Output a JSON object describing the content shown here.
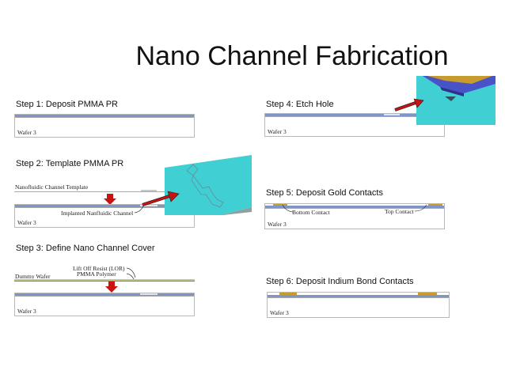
{
  "title": "Nano Channel Fabrication",
  "steps": [
    {
      "label": "Step 1: Deposit PMMA PR"
    },
    {
      "label": "Step 2: Template PMMA PR"
    },
    {
      "label": "Step 3: Define Nano Channel Cover"
    },
    {
      "label": "Step 4: Etch Hole"
    },
    {
      "label": "Step 5: Deposit Gold Contacts"
    },
    {
      "label": "Step 6: Deposit Indium Bond Contacts"
    }
  ],
  "diagram_labels": {
    "wafer": "Wafer 3",
    "nanofluidic_template": "Nanofluidic Channel Template",
    "implanted_channel": "Implanted Nanfluidic Channel",
    "lor": "Lift Off Resist (LOR)",
    "pmma": "PMMA Polymer",
    "dummy_wafer": "Dummy Wafer",
    "bottom_contact": "Bottom Contact",
    "top_contact": "Top Contact"
  },
  "colors": {
    "pmma_blue": "#7f95c8",
    "gold": "#c79b2e",
    "cyan": "#40d0d4",
    "arrow_red": "#cc1111"
  }
}
